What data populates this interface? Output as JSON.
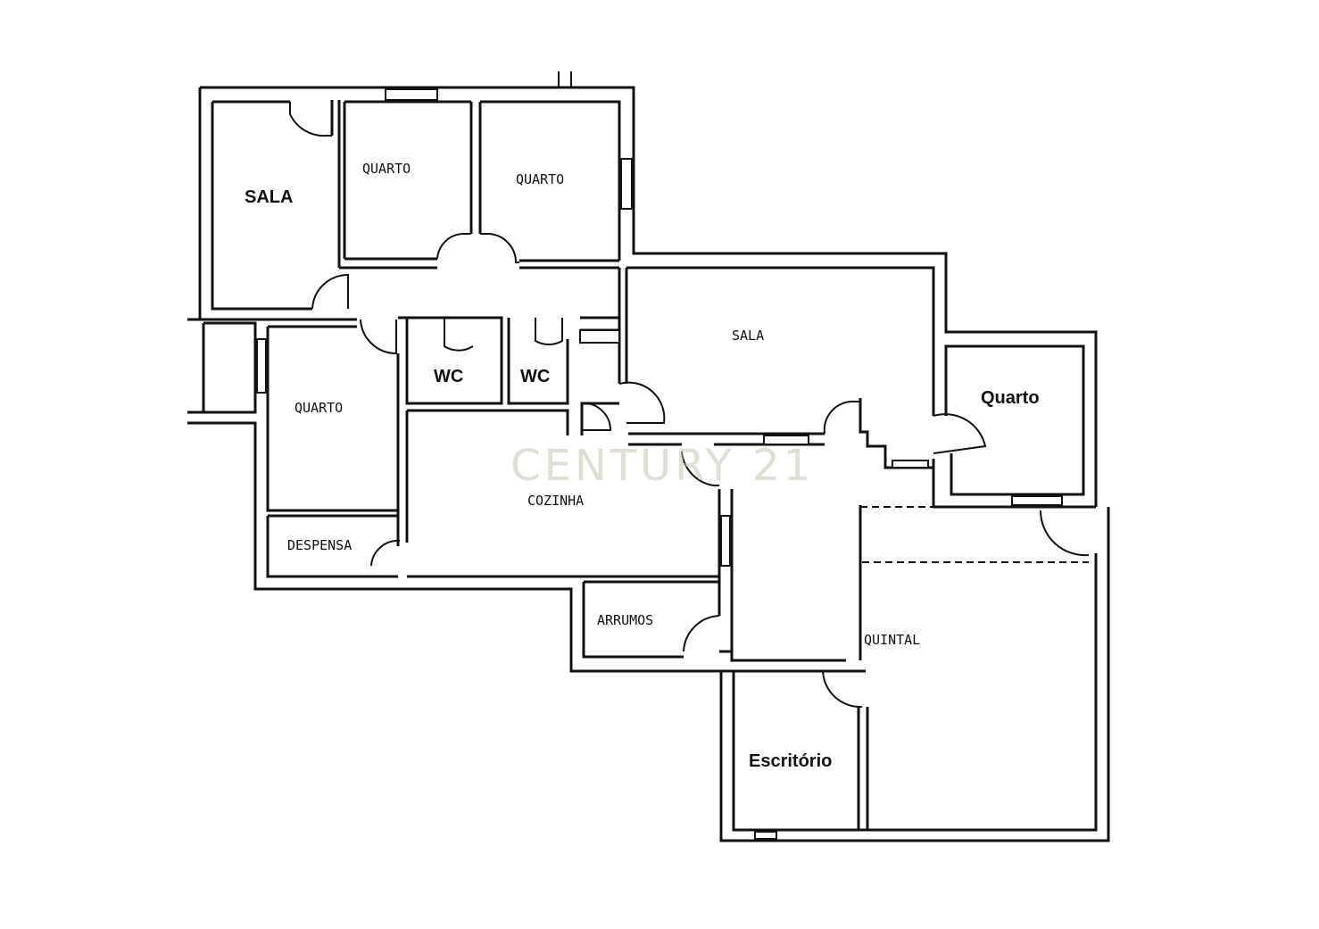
{
  "labels": {
    "sala_left": "SALA",
    "quarto_top_1": "QUARTO",
    "quarto_top_2": "QUARTO",
    "sala_center": "SALA",
    "quarto_right": "Quarto",
    "wc_1": "WC",
    "wc_2": "WC",
    "quarto_left": "QUARTO",
    "cozinha": "COZINHA",
    "despensa": "DESPENSA",
    "arrumos": "ARRUMOS",
    "quintal": "QUINTAL",
    "escritorio": "Escritório"
  },
  "watermark": "CENTURY 21"
}
